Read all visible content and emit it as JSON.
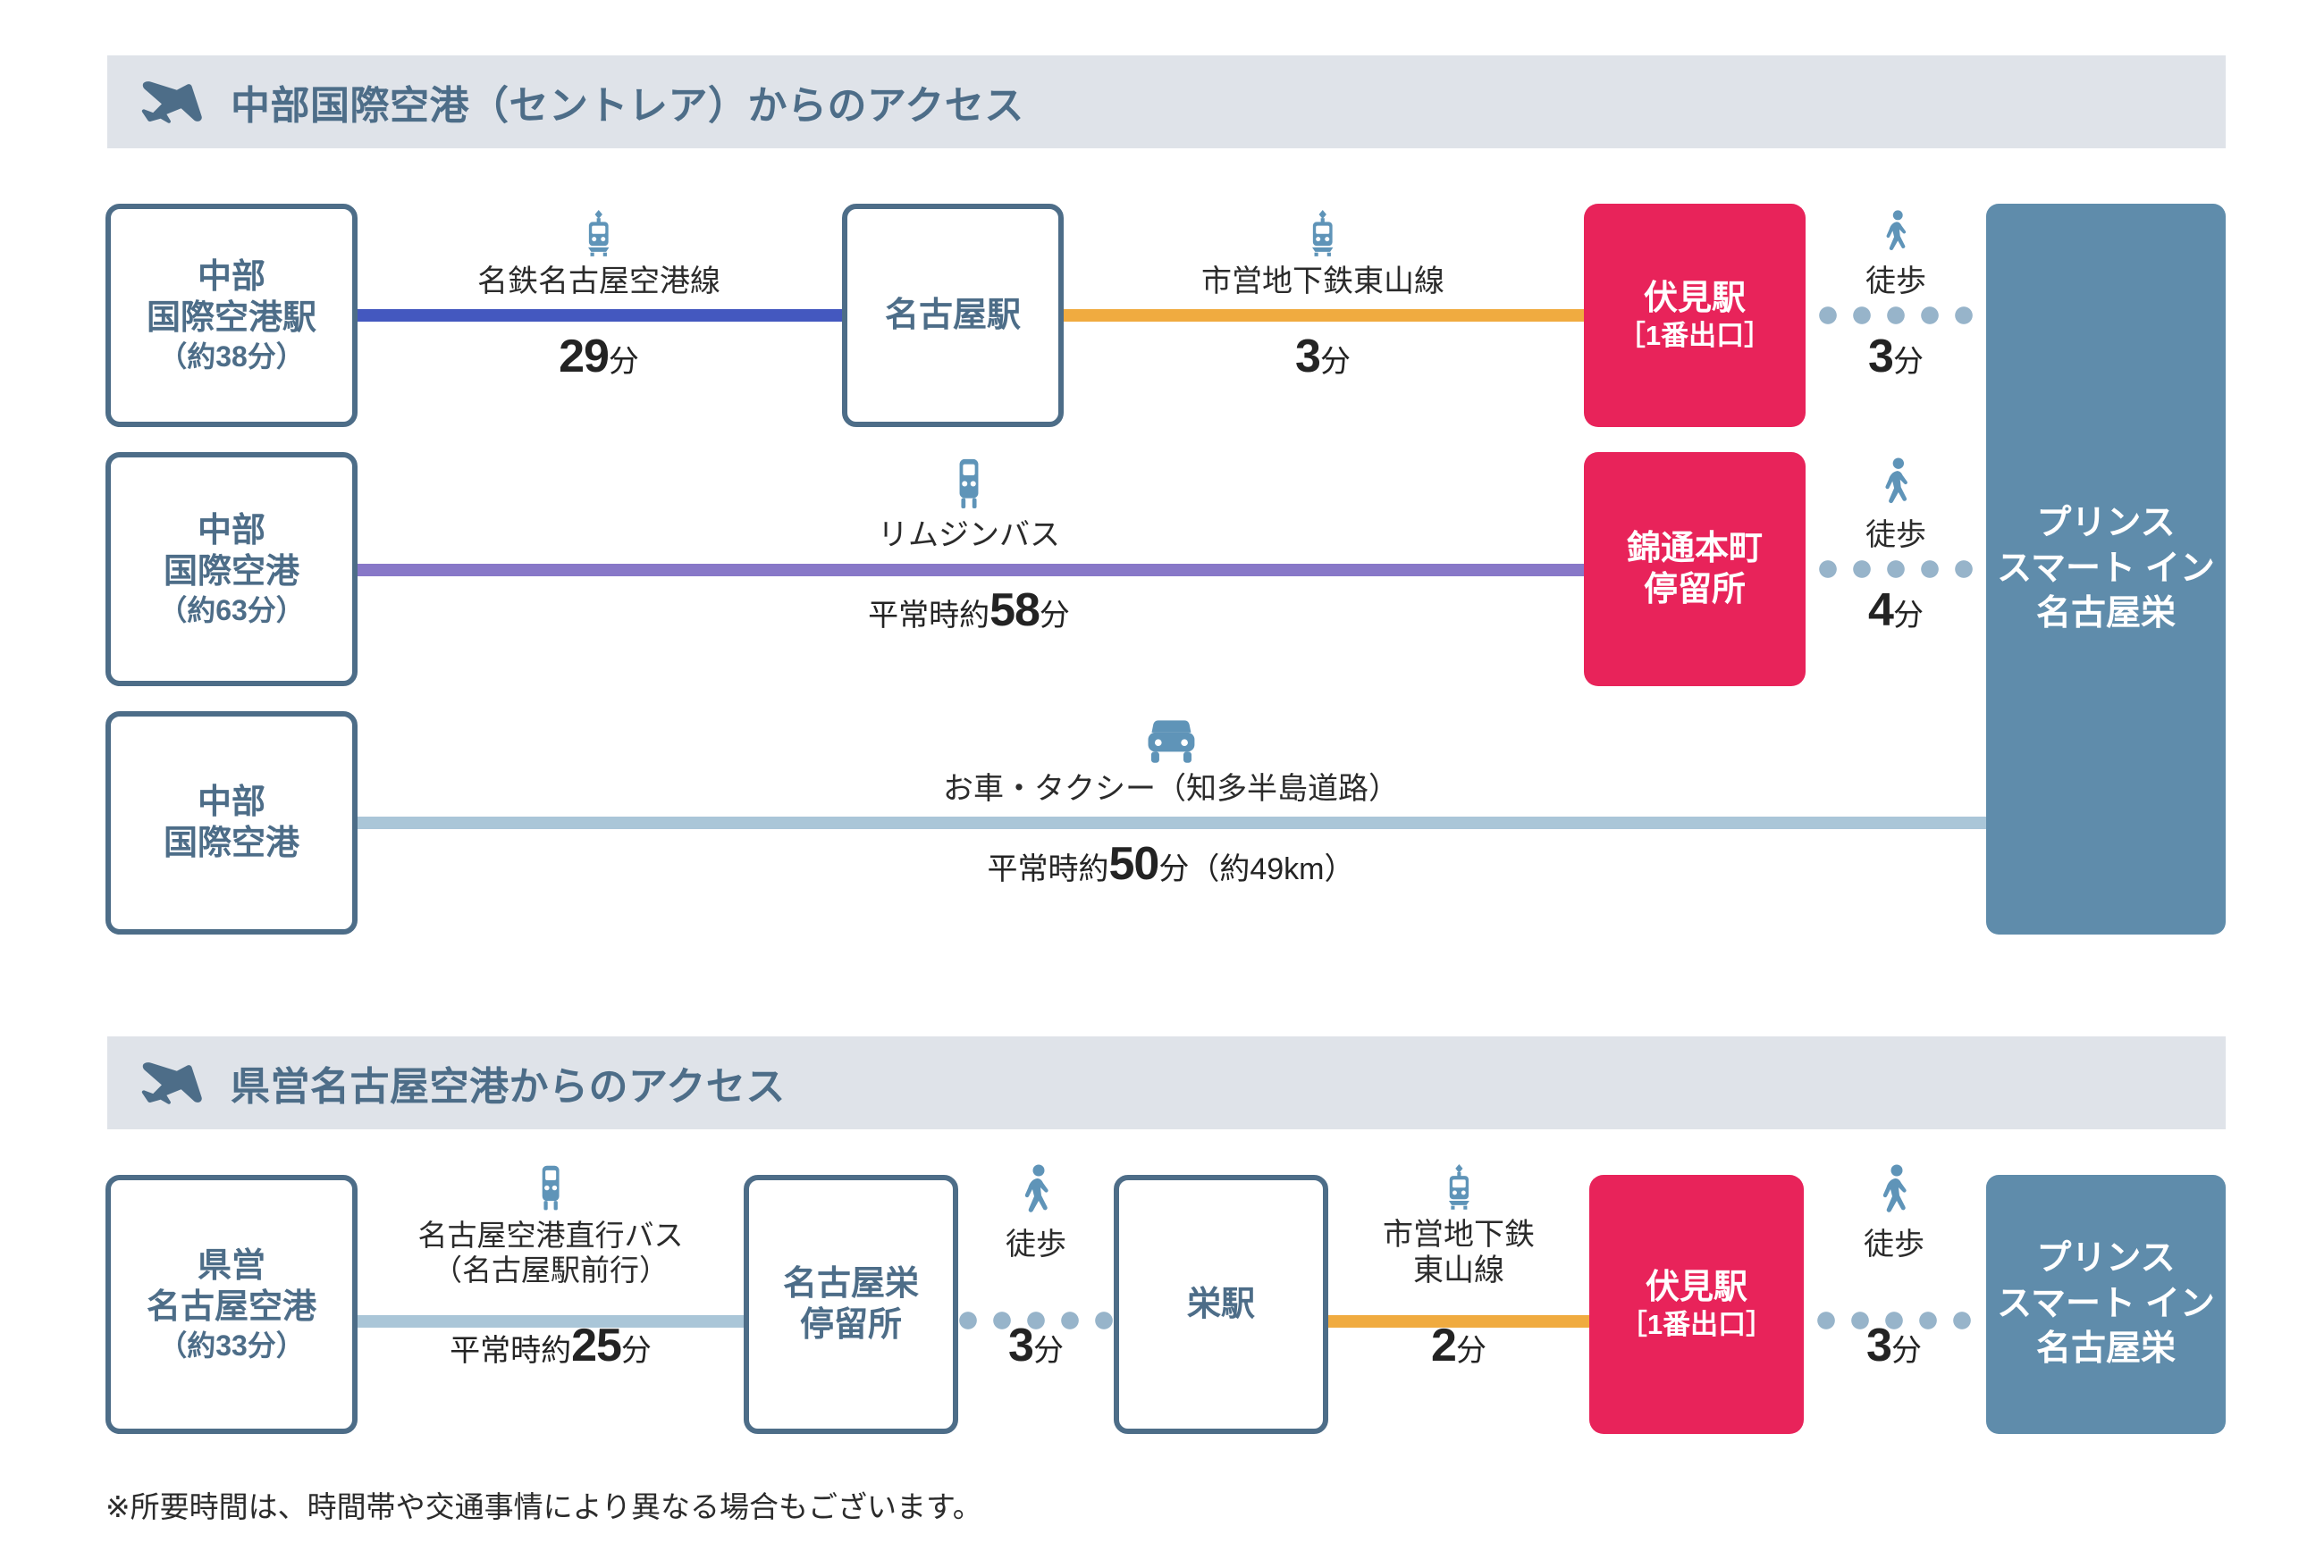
{
  "sections": [
    {
      "id": "centrair",
      "icon": "airplane-icon",
      "title": "中部国際空港（セントレア）からのアクセス"
    },
    {
      "id": "komaki",
      "icon": "airplane-icon",
      "title": "県営名古屋空港からのアクセス"
    }
  ],
  "destination": {
    "line1": "プリンス",
    "line2": "スマート イン",
    "line3": "名古屋栄"
  },
  "routes": [
    {
      "id": "route-train",
      "origin": {
        "line1": "中部",
        "line2": "国際空港駅",
        "note": "（約38分）"
      },
      "legs": [
        {
          "mode": "train-icon",
          "label": "名鉄名古屋空港線",
          "duration_prefix": "",
          "duration_number": "29",
          "duration_unit": "分",
          "color": "#4458bf",
          "style": "solid"
        },
        {
          "mode": "train-icon",
          "label": "市営地下鉄東山線",
          "duration_prefix": "",
          "duration_number": "3",
          "duration_unit": "分",
          "color": "#f0ab40",
          "style": "solid"
        },
        {
          "mode": "walk-icon",
          "label": "徒歩",
          "duration_prefix": "",
          "duration_number": "3",
          "duration_unit": "分",
          "color": "#97b4ca",
          "style": "dotted"
        }
      ],
      "mid_station": {
        "line1": "名古屋駅"
      },
      "exit_station": {
        "line1": "伏見駅",
        "line2": "［1番出口］"
      }
    },
    {
      "id": "route-bus",
      "origin": {
        "line1": "中部",
        "line2": "国際空港",
        "note": "（約63分）"
      },
      "legs": [
        {
          "mode": "bus-icon",
          "label": "リムジンバス",
          "duration_prefix": "平常時約",
          "duration_number": "58",
          "duration_unit": "分",
          "color": "#8878c8",
          "style": "solid"
        },
        {
          "mode": "walk-icon",
          "label": "徒歩",
          "duration_prefix": "",
          "duration_number": "4",
          "duration_unit": "分",
          "color": "#97b4ca",
          "style": "dotted"
        }
      ],
      "exit_station": {
        "line1": "錦通本町",
        "line2": "停留所"
      }
    },
    {
      "id": "route-car",
      "origin": {
        "line1": "中部",
        "line2": "国際空港",
        "note": ""
      },
      "legs": [
        {
          "mode": "car-icon",
          "label": "お車・タクシー（知多半島道路）",
          "duration_prefix": "平常時約",
          "duration_number": "50",
          "duration_unit": "分（約49km）",
          "color": "#aac6d8",
          "style": "solid"
        }
      ]
    },
    {
      "id": "route-komaki",
      "origin": {
        "line1": "県営",
        "line2": "名古屋空港",
        "note": "（約33分）"
      },
      "legs": [
        {
          "mode": "bus-icon",
          "label_line1": "名古屋空港直行バス",
          "label_line2": "（名古屋駅前行）",
          "duration_prefix": "平常時約",
          "duration_number": "25",
          "duration_unit": "分",
          "color": "#aac6d8",
          "style": "solid"
        },
        {
          "mode": "walk-icon",
          "label": "徒歩",
          "duration_prefix": "",
          "duration_number": "3",
          "duration_unit": "分",
          "color": "#97b4ca",
          "style": "dotted"
        },
        {
          "mode": "train-icon",
          "label_line1": "市営地下鉄",
          "label_line2": "東山線",
          "duration_prefix": "",
          "duration_number": "2",
          "duration_unit": "分",
          "color": "#f0ab40",
          "style": "solid"
        },
        {
          "mode": "walk-icon",
          "label": "徒歩",
          "duration_prefix": "",
          "duration_number": "3",
          "duration_unit": "分",
          "color": "#97b4ca",
          "style": "dotted"
        }
      ],
      "bus_stop": {
        "line1": "名古屋栄",
        "line2": "停留所"
      },
      "mid_station": {
        "line1": "栄駅"
      },
      "exit_station": {
        "line1": "伏見駅",
        "line2": "［1番出口］"
      }
    }
  ],
  "footnote": "※所要時間は、時間帯や交通事情により異なる場合もございます。"
}
